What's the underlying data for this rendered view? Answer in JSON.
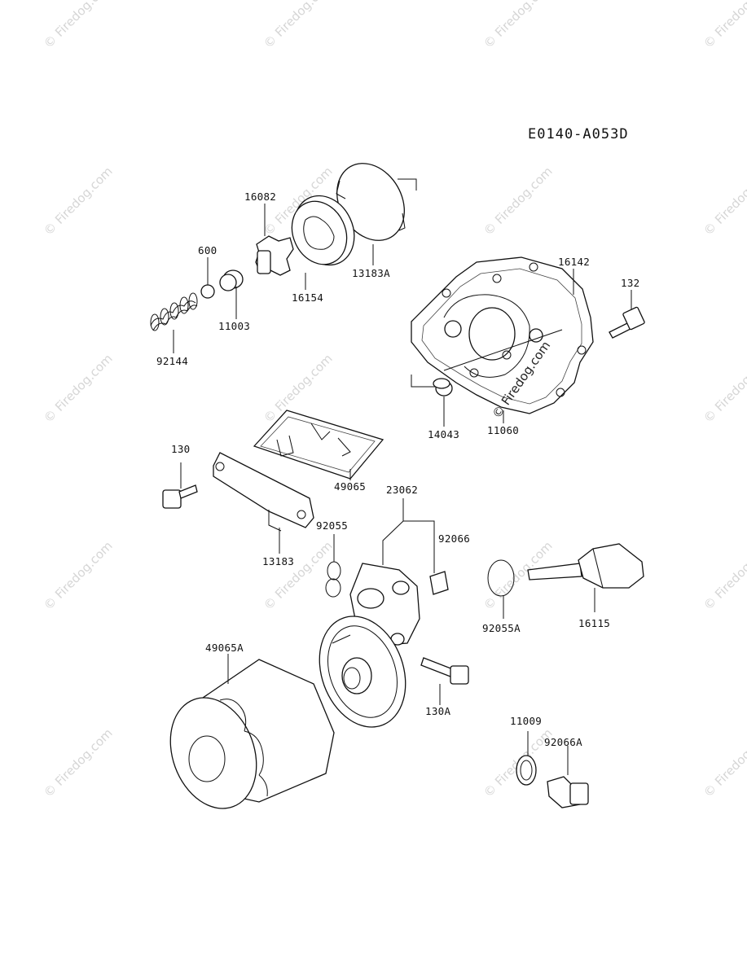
{
  "diagram_code": "E0140-A053D",
  "watermark": "© Firedog.com",
  "parts": [
    {
      "id": "16082"
    },
    {
      "id": "600"
    },
    {
      "id": "16154"
    },
    {
      "id": "13183A"
    },
    {
      "id": "11003"
    },
    {
      "id": "92144"
    },
    {
      "id": "16142"
    },
    {
      "id": "132"
    },
    {
      "id": "14043"
    },
    {
      "id": "11060"
    },
    {
      "id": "130"
    },
    {
      "id": "49065"
    },
    {
      "id": "23062"
    },
    {
      "id": "92055"
    },
    {
      "id": "92066"
    },
    {
      "id": "13183"
    },
    {
      "id": "92055A"
    },
    {
      "id": "16115"
    },
    {
      "id": "49065A"
    },
    {
      "id": "130A"
    },
    {
      "id": "11009"
    },
    {
      "id": "92066A"
    }
  ]
}
